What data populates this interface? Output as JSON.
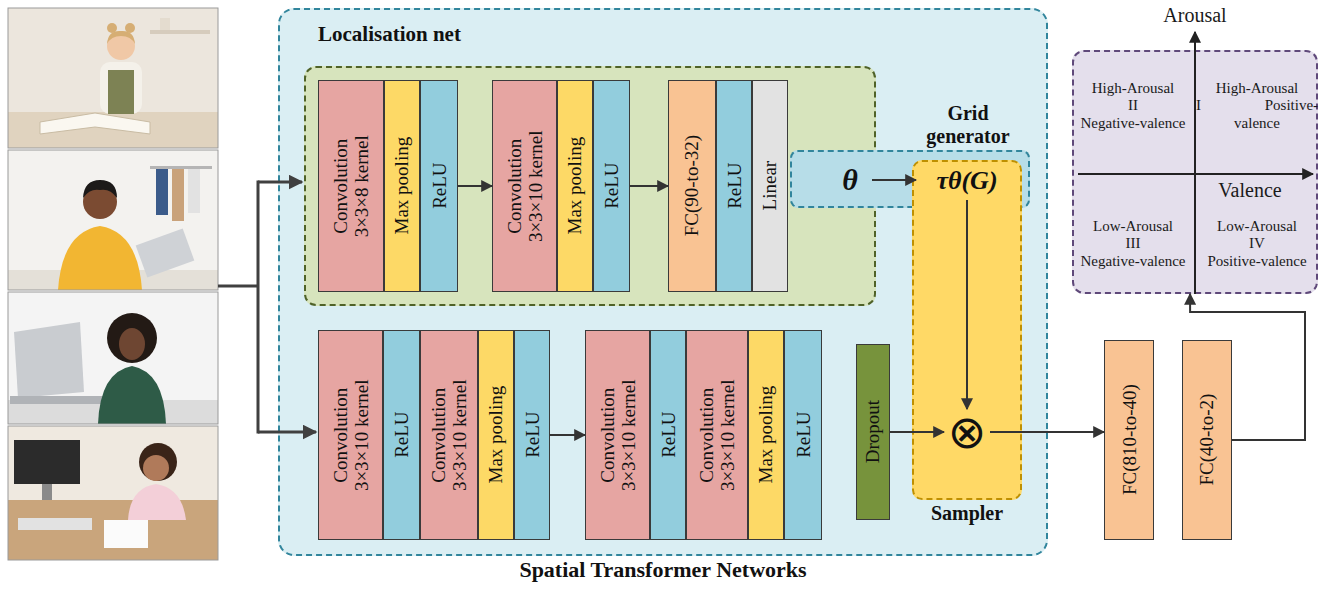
{
  "diagram": {
    "nodes": [
      {
        "text": [
          "Spatial Transformer Networks"
        ]
      },
      {
        "text": [
          "Localisation net"
        ],
        "in": 0
      },
      {
        "text": [
          "Convolution 3×3×8 kernel"
        ],
        "in": 1
      },
      {
        "text": [
          "Max pooling"
        ],
        "in": 1
      },
      {
        "text": [
          "ReLU"
        ],
        "in": 1
      },
      {
        "text": [
          "Convolution 3×3×10 kernel"
        ],
        "in": 1
      },
      {
        "text": [
          "Max pooling"
        ],
        "in": 1
      },
      {
        "text": [
          "ReLU"
        ],
        "in": 1
      },
      {
        "text": [
          "FC(90-to-32)"
        ],
        "in": 1
      },
      {
        "text": [
          "ReLU"
        ],
        "in": 1
      },
      {
        "text": [
          "Linear"
        ],
        "in": 1
      },
      {
        "text": [
          "Grid generator"
        ],
        "in": 0
      },
      {
        "text": [
          "θ"
        ],
        "in": 11
      },
      {
        "text": [
          "Sampler"
        ],
        "in": 0
      },
      {
        "text": [
          "τθ(G)"
        ],
        "in": 13
      },
      {
        "text": [
          "⊗"
        ],
        "in": 13
      },
      {
        "text": [
          "Convolution 3×3×10 kernel"
        ],
        "in": 0
      },
      {
        "text": [
          "ReLU"
        ],
        "in": 0
      },
      {
        "text": [
          "Convolution 3×3×10 kernel"
        ],
        "in": 0
      },
      {
        "text": [
          "Max pooling"
        ],
        "in": 0
      },
      {
        "text": [
          "ReLU"
        ],
        "in": 0
      },
      {
        "text": [
          "Convolution 3×3×10 kernel"
        ],
        "in": 0
      },
      {
        "text": [
          "ReLU"
        ],
        "in": 0
      },
      {
        "text": [
          "Convolution 3×3×10 kernel"
        ],
        "in": 0
      },
      {
        "text": [
          "Max pooling"
        ],
        "in": 0
      },
      {
        "text": [
          "ReLU"
        ],
        "in": 0
      },
      {
        "text": [
          "Dropout"
        ],
        "in": 0
      },
      {
        "text": [
          "FC(810-to-40)"
        ]
      },
      {
        "text": [
          "FC(40-to-2)"
        ]
      },
      {
        "text": [
          "Arousal",
          "High-Arousal II Negative-valence",
          "High-Arousal I Positive-valence",
          "Valence",
          "Low-Arousal III Negative-valence",
          "Low-Arousal IV Positive-valence"
        ]
      }
    ],
    "edges": [
      {
        "from": 4,
        "to": 5,
        "arrow": "to"
      },
      {
        "from": 7,
        "to": 8,
        "arrow": "to"
      },
      {
        "from": 12,
        "to": 14,
        "arrow": "to"
      },
      {
        "from": 14,
        "to": 15,
        "arrow": "to"
      },
      {
        "from": 20,
        "to": 21,
        "arrow": "to"
      },
      {
        "from": 26,
        "to": 15,
        "arrow": "to"
      },
      {
        "from": 15,
        "to": 27,
        "arrow": "to"
      },
      {
        "from": 28,
        "to": 29,
        "arrow": "to"
      }
    ]
  }
}
